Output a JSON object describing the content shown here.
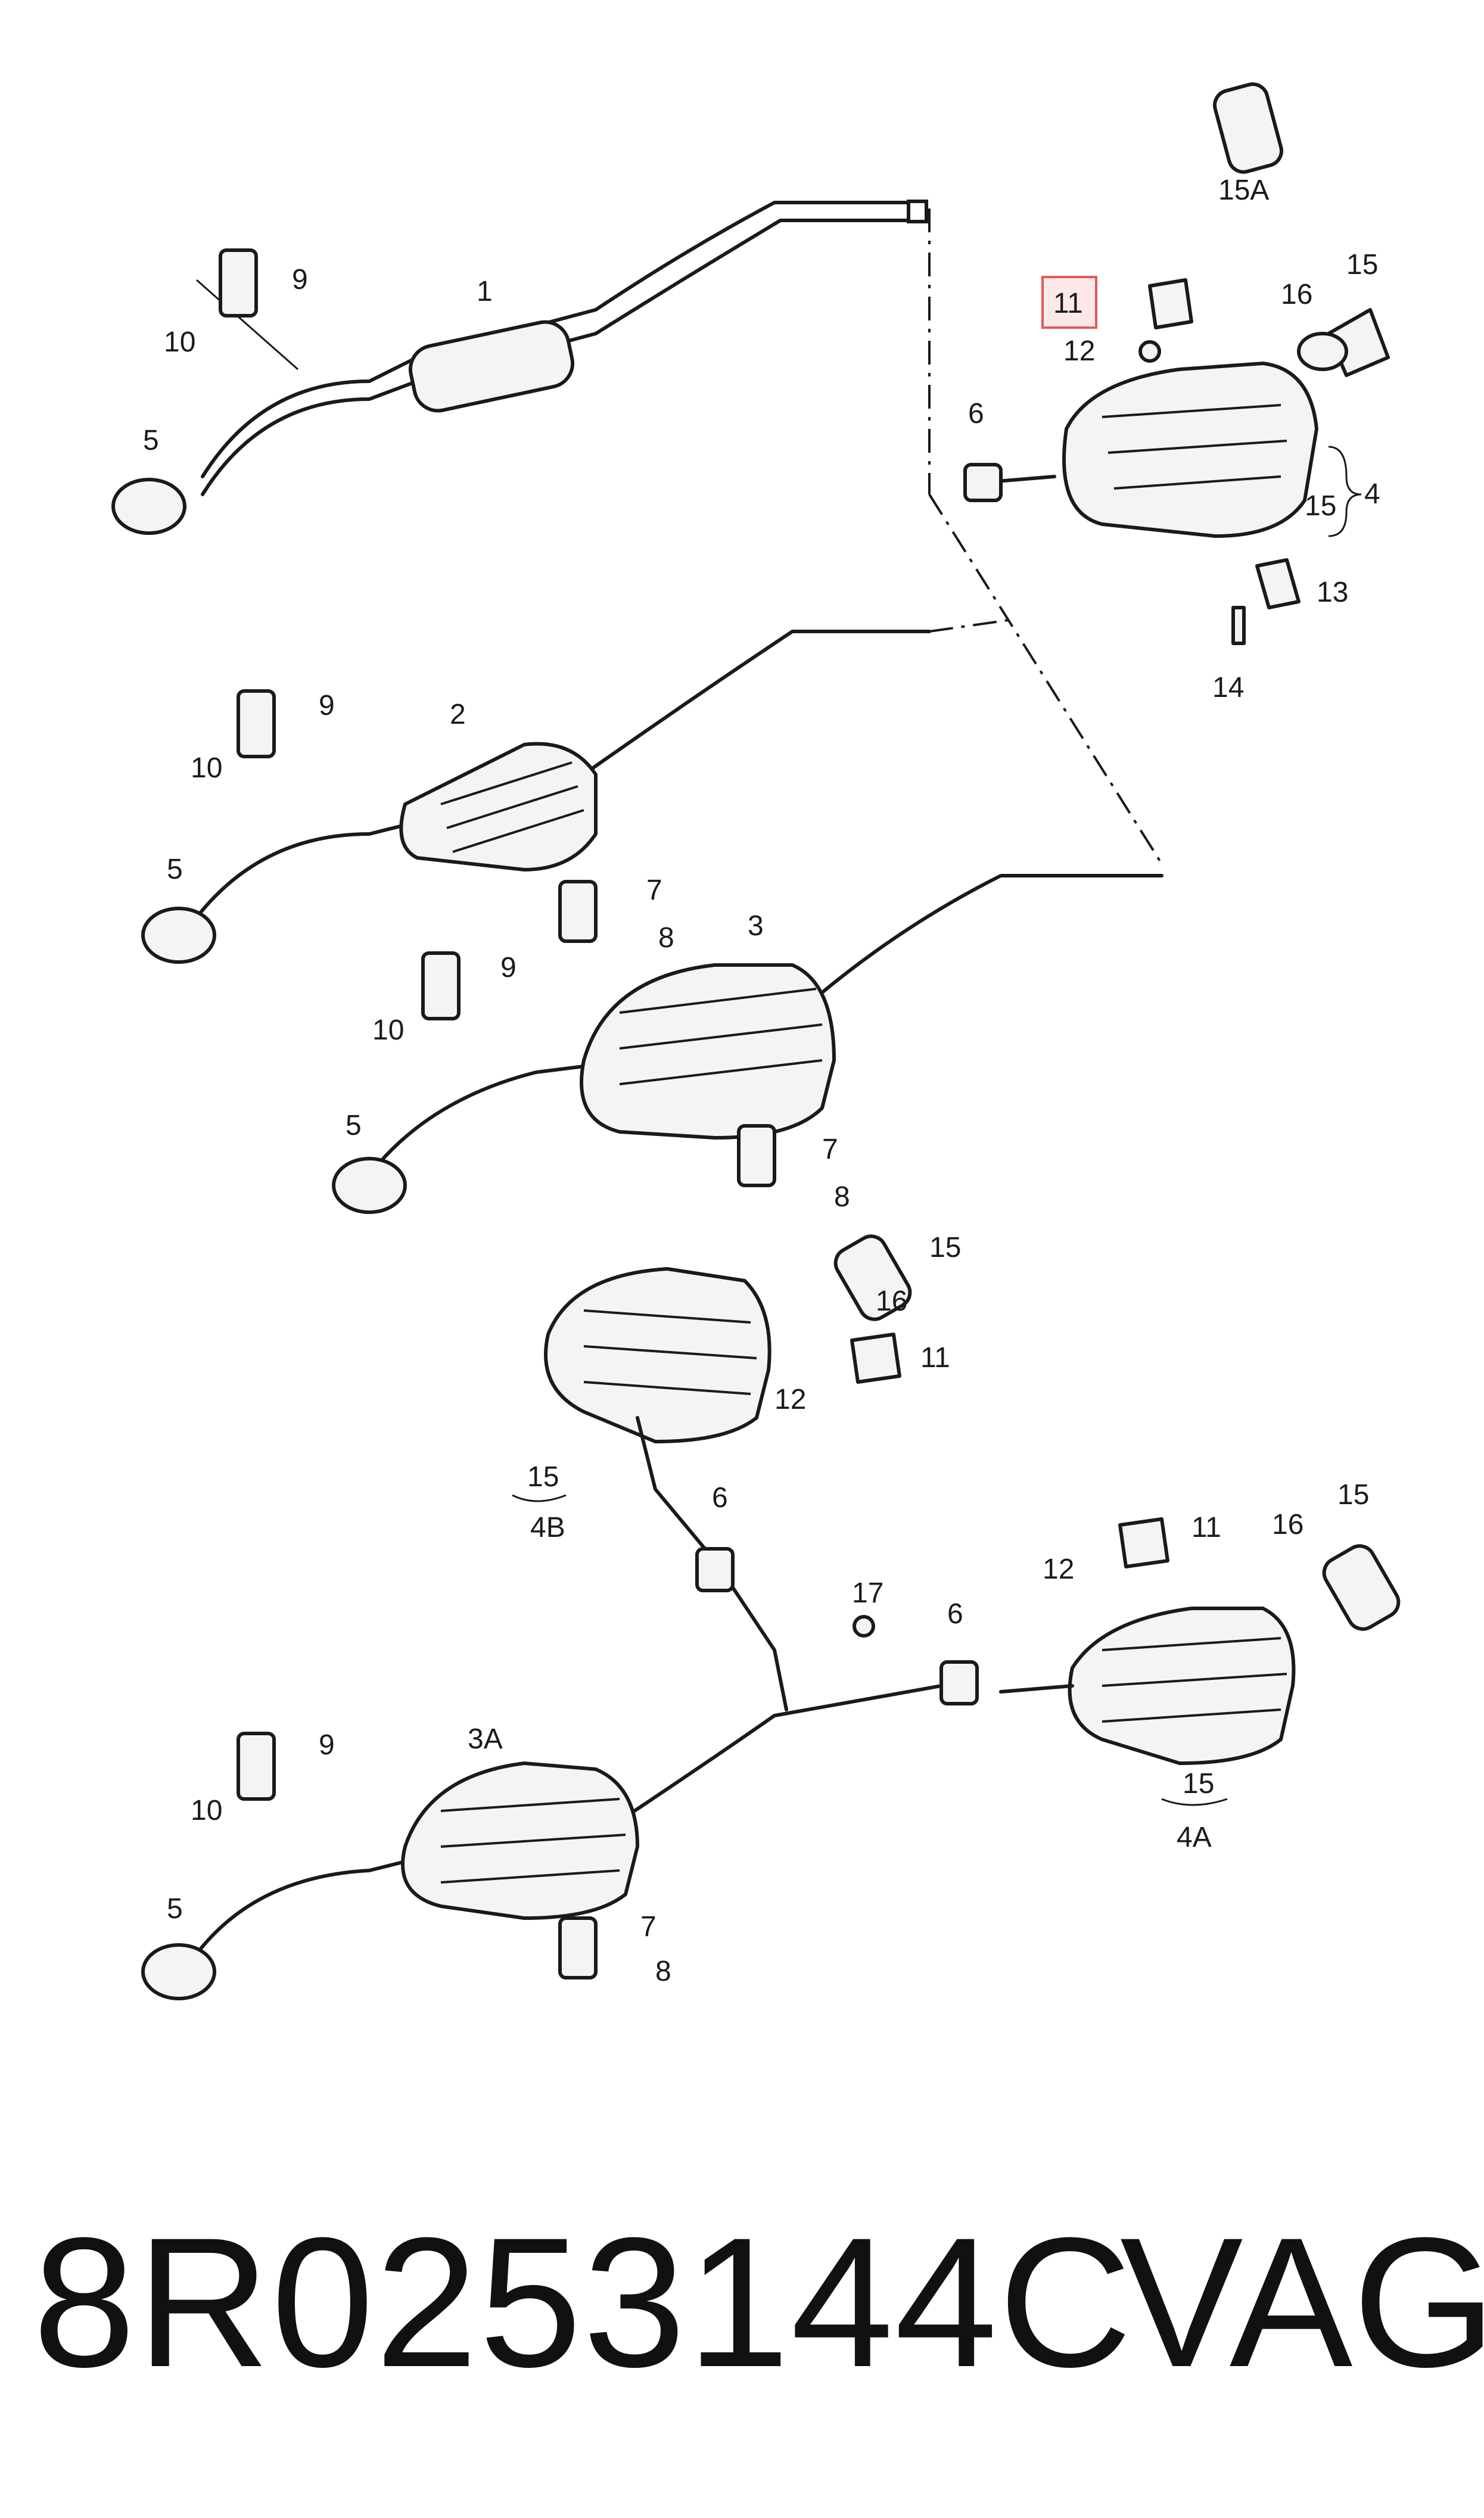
{
  "footer": {
    "part_number": "8R0253144C",
    "brand": "VAG"
  },
  "callouts": {
    "c1": "1",
    "c2": "2",
    "c3": "3",
    "c3a": "3A",
    "c4": "4",
    "c4a": "4A",
    "c4b": "4B",
    "c5": "5",
    "c6": "6",
    "c7": "7",
    "c8": "8",
    "c9": "9",
    "c10": "10",
    "c11": "11",
    "c12": "12",
    "c13": "13",
    "c14": "14",
    "c15": "15",
    "c15a": "15A",
    "c16": "16",
    "c17": "17"
  },
  "highlighted_callout": "11",
  "colors": {
    "line": "#1a1a1a",
    "highlight_fill": "#fde8e8",
    "highlight_border": "#e05a5a"
  }
}
